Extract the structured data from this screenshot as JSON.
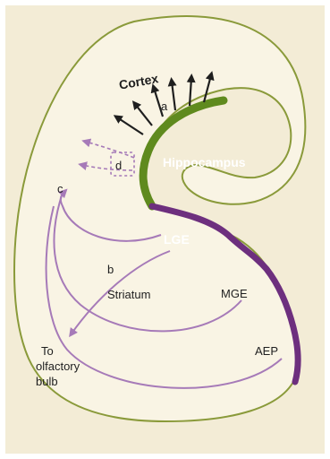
{
  "labels": {
    "cortex": "Cortex",
    "hippocampus": "Hippocampus",
    "lge": "LGE",
    "mge": "MGE",
    "aep": "AEP",
    "striatum": "Striatum",
    "olfactory_line1": "To",
    "olfactory_line2": "olfactory",
    "olfactory_line3": "bulb"
  },
  "letters": {
    "a": "a",
    "b": "b",
    "c": "c",
    "d": "d"
  },
  "colors": {
    "background": "#f3ecd6",
    "frame": "#ffffff",
    "outline": "#8a9a3a",
    "hippocampus_thick": "#5f8a1e",
    "ganglionic_eminence": "#6d2f7e",
    "migration_path": "#a67ab8",
    "cortex_arrow": "#1f1f1f"
  }
}
